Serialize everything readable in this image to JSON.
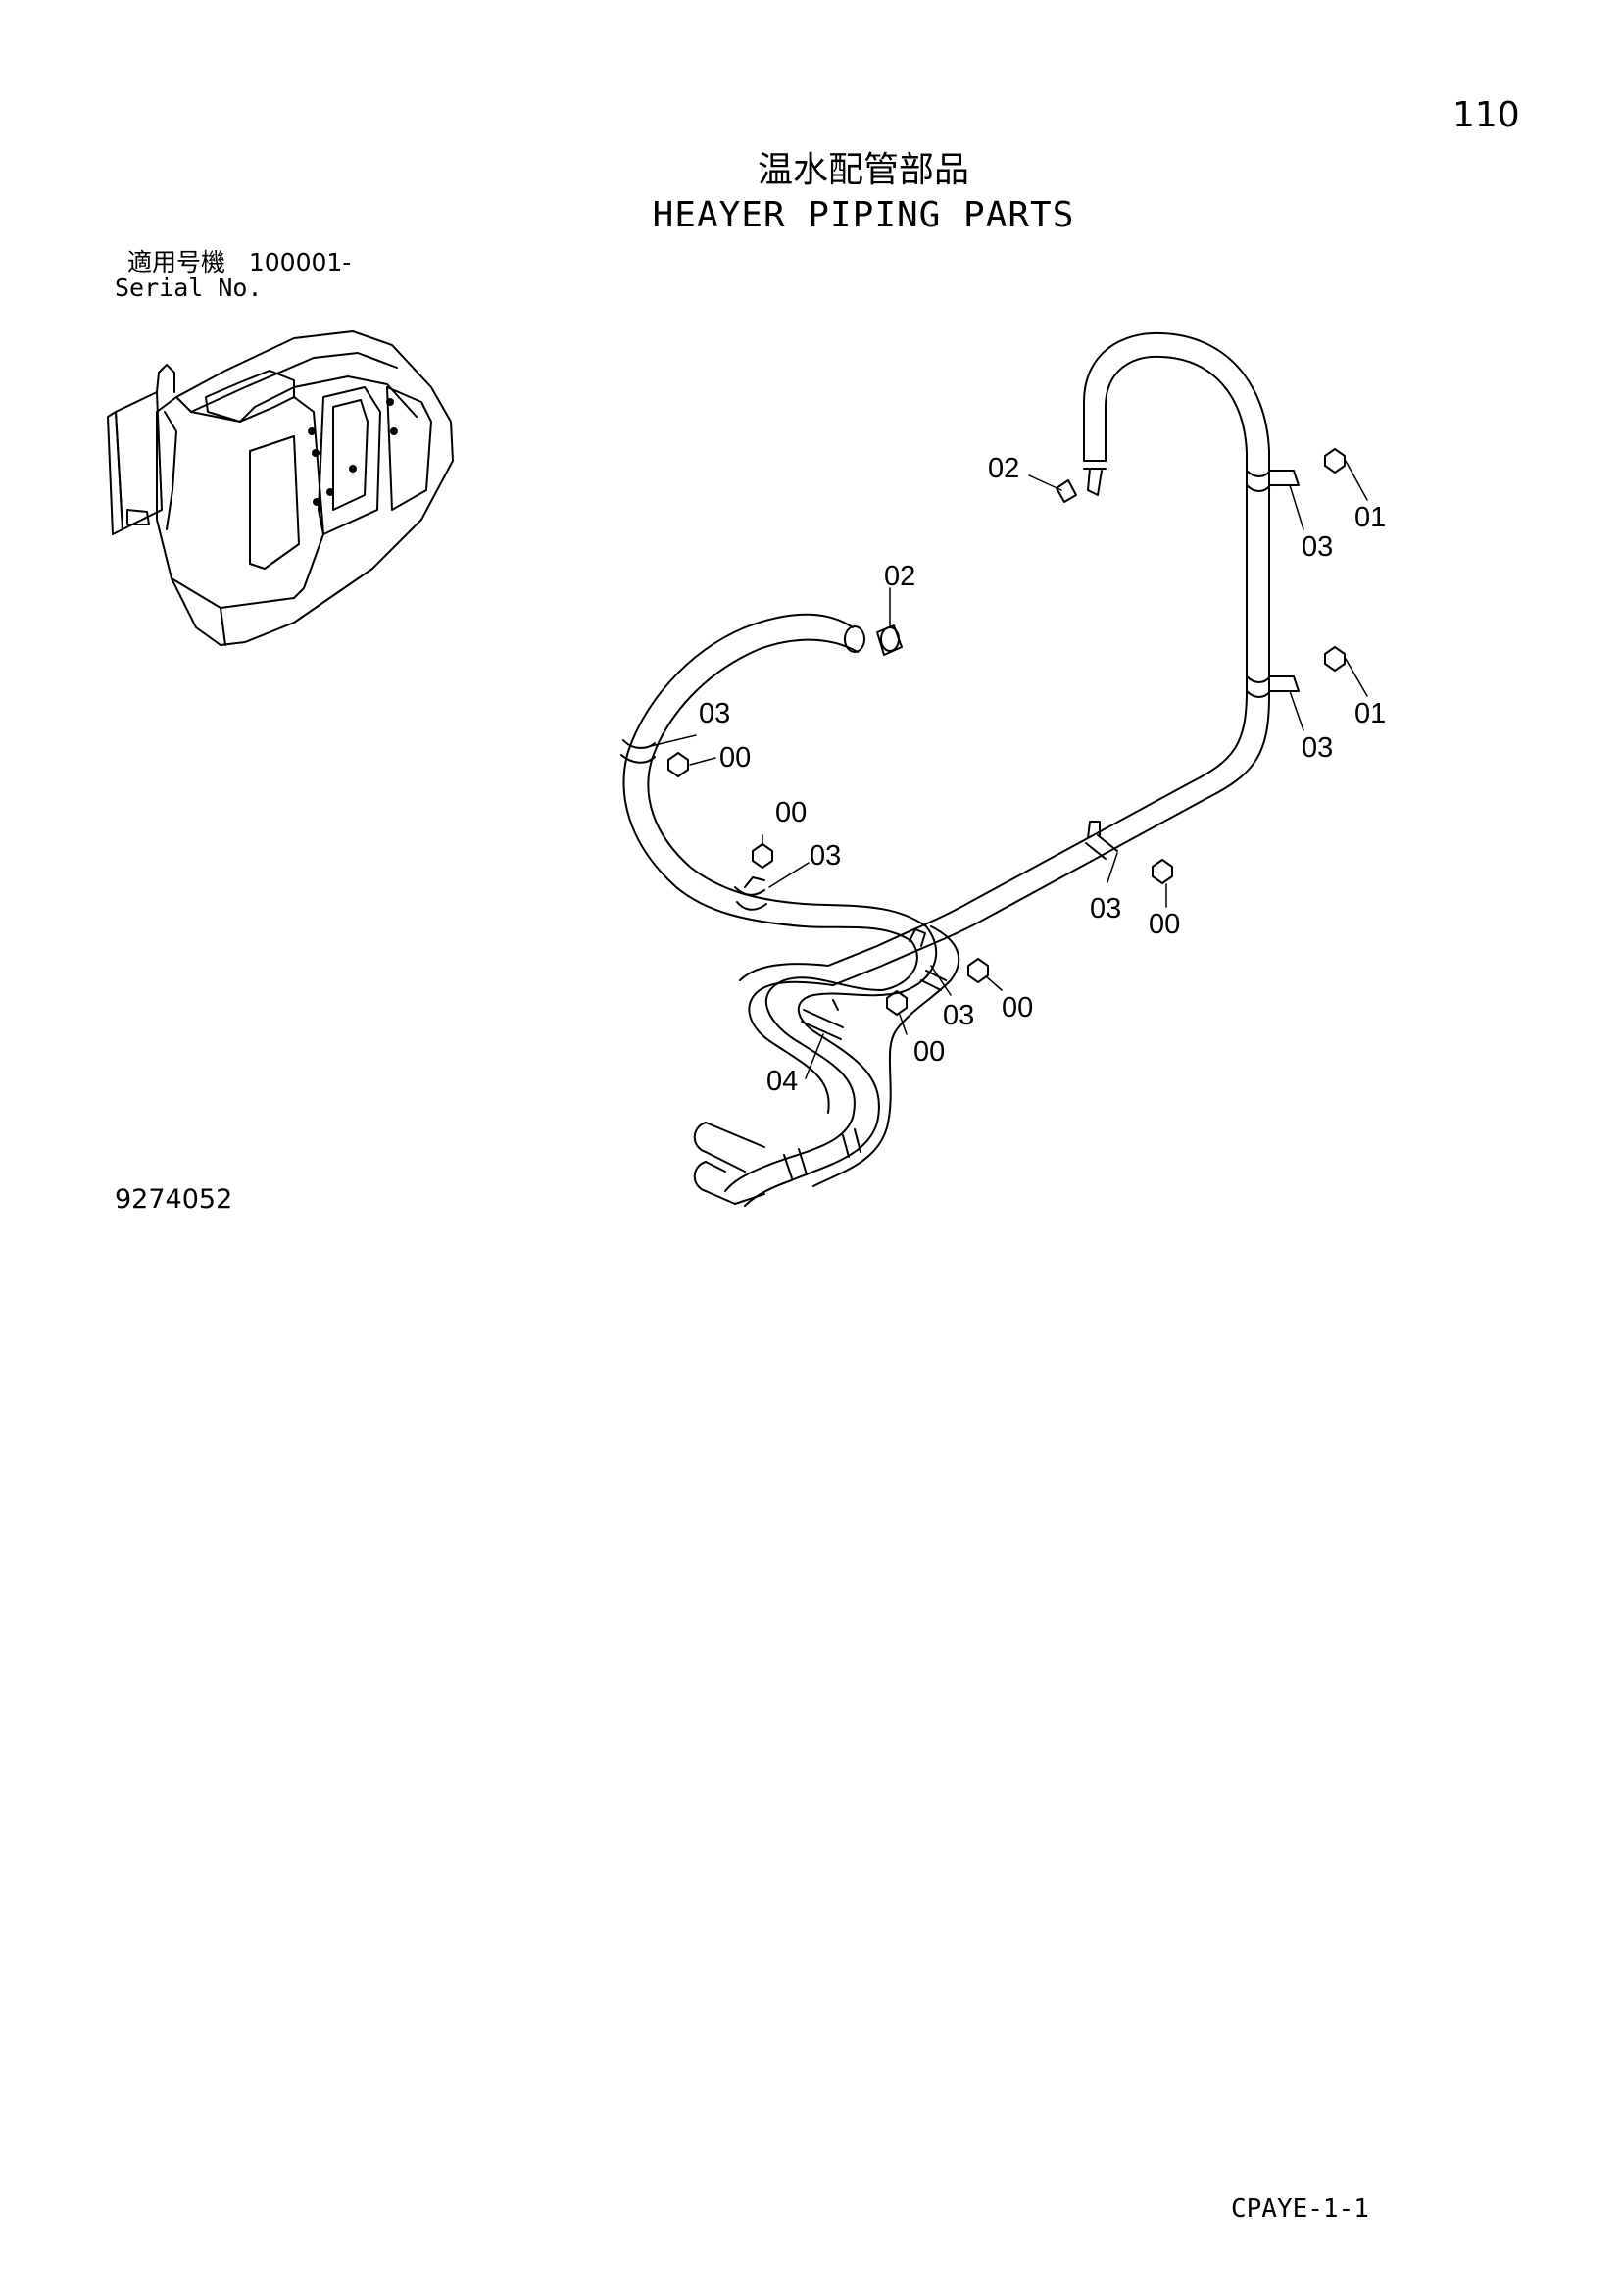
{
  "header": {
    "page_number": "110",
    "title_jp": "温水配管部品",
    "title_en": "HEAYER PIPING PARTS"
  },
  "serial": {
    "label_jp": "適用号機",
    "range": "100001-",
    "label_en": "Serial No."
  },
  "footer": {
    "drawing_number": "9274052",
    "page_code": "CPAYE-1-1"
  },
  "callouts": {
    "c1": "02",
    "c2": "01",
    "c3": "03",
    "c4": "02",
    "c5": "01",
    "c6": "03",
    "c7": "03",
    "c8": "00",
    "c9": "00",
    "c10": "03",
    "c11": "03",
    "c12": "00",
    "c13": "03",
    "c14": "00",
    "c15": "00",
    "c16": "04"
  }
}
